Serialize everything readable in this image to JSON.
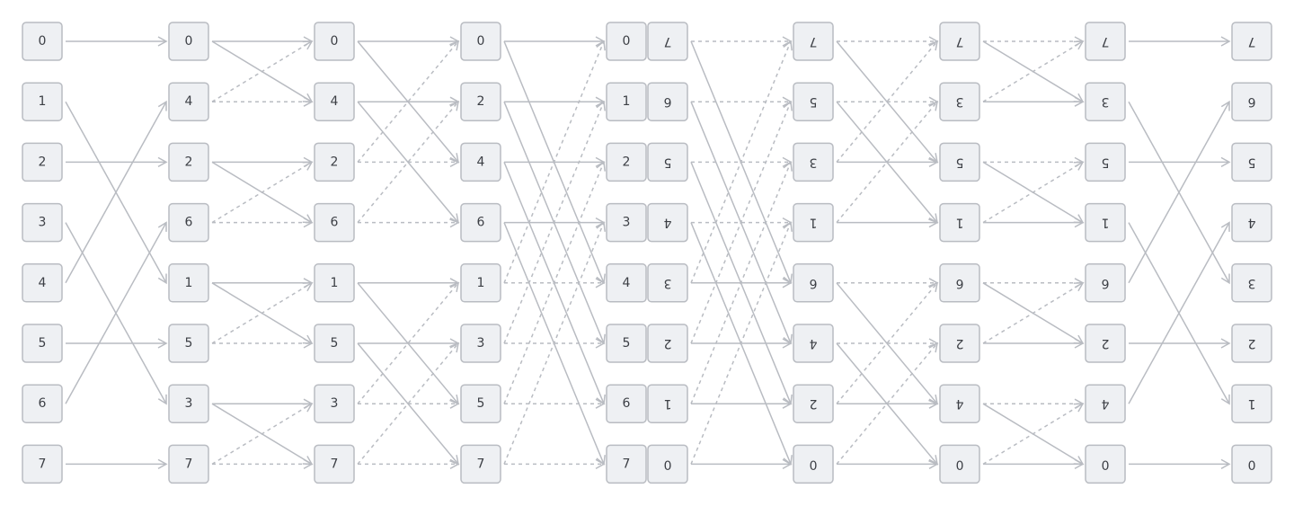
{
  "diagram": {
    "columns": [
      {
        "nodes": [
          "0",
          "1",
          "2",
          "3",
          "4",
          "5",
          "6",
          "7"
        ],
        "flipped": false
      },
      {
        "nodes": [
          "0",
          "4",
          "2",
          "6",
          "1",
          "5",
          "3",
          "7"
        ],
        "flipped": false
      },
      {
        "nodes": [
          "0",
          "4",
          "2",
          "6",
          "1",
          "5",
          "3",
          "7"
        ],
        "flipped": false
      },
      {
        "nodes": [
          "0",
          "2",
          "4",
          "6",
          "1",
          "3",
          "5",
          "7"
        ],
        "flipped": false
      },
      {
        "nodes": [
          "0",
          "1",
          "2",
          "3",
          "4",
          "5",
          "6",
          "7"
        ],
        "flipped": false
      },
      {
        "nodes": [
          "7",
          "6",
          "5",
          "4",
          "3",
          "2",
          "1",
          "0"
        ],
        "flipped": true
      },
      {
        "nodes": [
          "7",
          "5",
          "3",
          "1",
          "6",
          "4",
          "2",
          "0"
        ],
        "flipped": true
      },
      {
        "nodes": [
          "7",
          "3",
          "5",
          "1",
          "6",
          "2",
          "4",
          "0"
        ],
        "flipped": true
      },
      {
        "nodes": [
          "7",
          "3",
          "5",
          "1",
          "6",
          "2",
          "4",
          "0"
        ],
        "flipped": true
      },
      {
        "nodes": [
          "7",
          "6",
          "5",
          "4",
          "3",
          "2",
          "1",
          "0"
        ],
        "flipped": true
      }
    ],
    "stages": [
      {
        "from": 0,
        "to": 1,
        "edges": [
          [
            0,
            0,
            "s"
          ],
          [
            1,
            4,
            "s"
          ],
          [
            2,
            2,
            "s"
          ],
          [
            3,
            6,
            "s"
          ],
          [
            4,
            1,
            "s"
          ],
          [
            5,
            5,
            "s"
          ],
          [
            6,
            3,
            "s"
          ],
          [
            7,
            7,
            "s"
          ]
        ]
      },
      {
        "from": 1,
        "to": 2,
        "edges": [
          [
            0,
            0,
            "s"
          ],
          [
            0,
            1,
            "s"
          ],
          [
            1,
            0,
            "d"
          ],
          [
            1,
            1,
            "d"
          ],
          [
            2,
            2,
            "s"
          ],
          [
            2,
            3,
            "s"
          ],
          [
            3,
            2,
            "d"
          ],
          [
            3,
            3,
            "d"
          ],
          [
            4,
            4,
            "s"
          ],
          [
            4,
            5,
            "s"
          ],
          [
            5,
            4,
            "d"
          ],
          [
            5,
            5,
            "d"
          ],
          [
            6,
            6,
            "s"
          ],
          [
            6,
            7,
            "s"
          ],
          [
            7,
            6,
            "d"
          ],
          [
            7,
            7,
            "d"
          ]
        ]
      },
      {
        "from": 2,
        "to": 3,
        "edges": [
          [
            0,
            0,
            "s"
          ],
          [
            0,
            2,
            "s"
          ],
          [
            2,
            0,
            "d"
          ],
          [
            2,
            2,
            "d"
          ],
          [
            1,
            1,
            "s"
          ],
          [
            1,
            3,
            "s"
          ],
          [
            3,
            1,
            "d"
          ],
          [
            3,
            3,
            "d"
          ],
          [
            4,
            4,
            "s"
          ],
          [
            4,
            6,
            "s"
          ],
          [
            6,
            4,
            "d"
          ],
          [
            6,
            6,
            "d"
          ],
          [
            5,
            5,
            "s"
          ],
          [
            5,
            7,
            "s"
          ],
          [
            7,
            5,
            "d"
          ],
          [
            7,
            7,
            "d"
          ]
        ]
      },
      {
        "from": 3,
        "to": 4,
        "edges": [
          [
            0,
            0,
            "s"
          ],
          [
            0,
            4,
            "s"
          ],
          [
            4,
            0,
            "d"
          ],
          [
            4,
            4,
            "d"
          ],
          [
            1,
            1,
            "s"
          ],
          [
            1,
            5,
            "s"
          ],
          [
            5,
            1,
            "d"
          ],
          [
            5,
            5,
            "d"
          ],
          [
            2,
            2,
            "s"
          ],
          [
            2,
            6,
            "s"
          ],
          [
            6,
            2,
            "d"
          ],
          [
            6,
            6,
            "d"
          ],
          [
            3,
            3,
            "s"
          ],
          [
            3,
            7,
            "s"
          ],
          [
            7,
            3,
            "d"
          ],
          [
            7,
            7,
            "d"
          ]
        ]
      },
      {
        "from": 5,
        "to": 6,
        "edges": [
          [
            0,
            0,
            "d"
          ],
          [
            0,
            4,
            "s"
          ],
          [
            4,
            0,
            "d"
          ],
          [
            4,
            4,
            "s"
          ],
          [
            1,
            1,
            "d"
          ],
          [
            1,
            5,
            "s"
          ],
          [
            5,
            1,
            "d"
          ],
          [
            5,
            5,
            "s"
          ],
          [
            2,
            2,
            "d"
          ],
          [
            2,
            6,
            "s"
          ],
          [
            6,
            2,
            "d"
          ],
          [
            6,
            6,
            "s"
          ],
          [
            3,
            3,
            "d"
          ],
          [
            3,
            7,
            "s"
          ],
          [
            7,
            3,
            "d"
          ],
          [
            7,
            7,
            "s"
          ]
        ]
      },
      {
        "from": 6,
        "to": 7,
        "edges": [
          [
            0,
            0,
            "d"
          ],
          [
            0,
            2,
            "s"
          ],
          [
            2,
            0,
            "d"
          ],
          [
            2,
            2,
            "s"
          ],
          [
            1,
            1,
            "d"
          ],
          [
            1,
            3,
            "s"
          ],
          [
            3,
            1,
            "d"
          ],
          [
            3,
            3,
            "s"
          ],
          [
            4,
            4,
            "d"
          ],
          [
            4,
            6,
            "s"
          ],
          [
            6,
            4,
            "d"
          ],
          [
            6,
            6,
            "s"
          ],
          [
            5,
            5,
            "d"
          ],
          [
            5,
            7,
            "s"
          ],
          [
            7,
            5,
            "d"
          ],
          [
            7,
            7,
            "s"
          ]
        ]
      },
      {
        "from": 7,
        "to": 8,
        "edges": [
          [
            0,
            0,
            "d"
          ],
          [
            0,
            1,
            "s"
          ],
          [
            1,
            0,
            "d"
          ],
          [
            1,
            1,
            "s"
          ],
          [
            2,
            2,
            "d"
          ],
          [
            2,
            3,
            "s"
          ],
          [
            3,
            2,
            "d"
          ],
          [
            3,
            3,
            "s"
          ],
          [
            4,
            4,
            "d"
          ],
          [
            4,
            5,
            "s"
          ],
          [
            5,
            4,
            "d"
          ],
          [
            5,
            5,
            "s"
          ],
          [
            6,
            6,
            "d"
          ],
          [
            6,
            7,
            "s"
          ],
          [
            7,
            6,
            "d"
          ],
          [
            7,
            7,
            "s"
          ]
        ]
      },
      {
        "from": 8,
        "to": 9,
        "edges": [
          [
            0,
            0,
            "s"
          ],
          [
            1,
            4,
            "s"
          ],
          [
            2,
            2,
            "s"
          ],
          [
            3,
            6,
            "s"
          ],
          [
            4,
            1,
            "s"
          ],
          [
            5,
            5,
            "s"
          ],
          [
            6,
            3,
            "s"
          ],
          [
            7,
            7,
            "s"
          ]
        ]
      }
    ]
  }
}
